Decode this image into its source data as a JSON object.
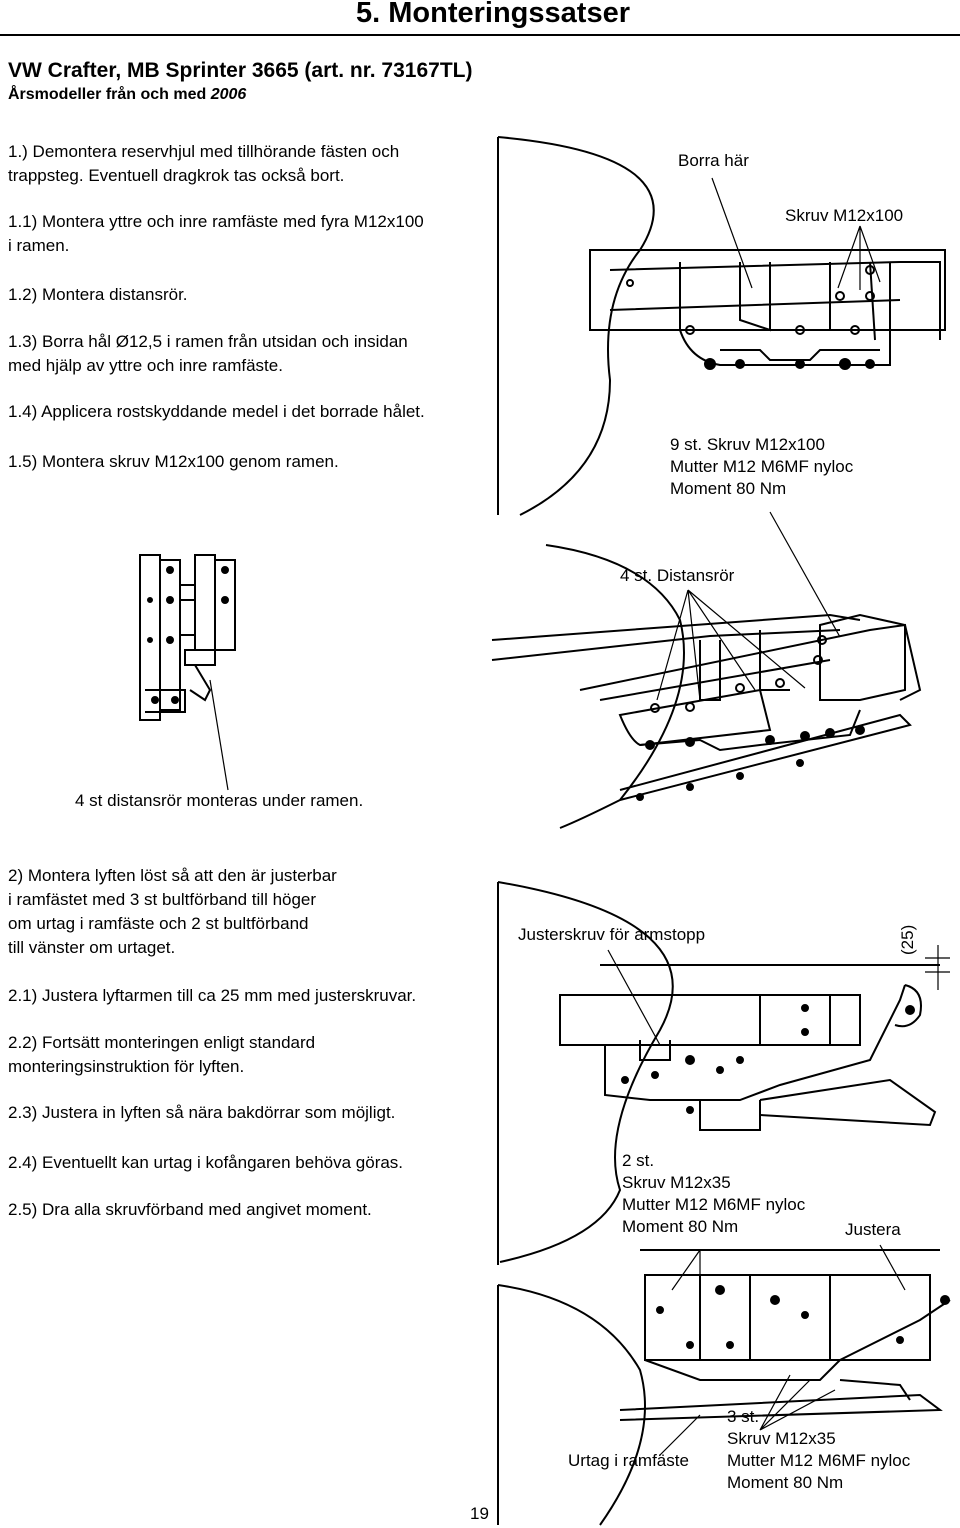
{
  "header": {
    "section_title": "5. Monteringssatser"
  },
  "vehicle": {
    "title": "VW Crafter, MB Sprinter 3665 (art. nr. 73167TL)",
    "years_prefix": "Årsmodeller från och med ",
    "years_value": "2006"
  },
  "steps_part1": [
    {
      "lines": [
        "1.) Demontera reservhjul med tillhörande fästen och",
        "trappsteg. Eventuell dragkrok tas också bort."
      ]
    },
    {
      "lines": [
        "1.1) Montera yttre och inre ramfäste med fyra M12x100",
        "i ramen."
      ]
    },
    {
      "lines": [
        "1.2) Montera distansrör."
      ]
    },
    {
      "lines": [
        "1.3) Borra hål Ø12,5 i ramen från utsidan och insidan",
        "med hjälp av yttre och inre ramfäste."
      ]
    },
    {
      "lines": [
        "1.4) Applicera rostskyddande medel i det borrade hålet."
      ]
    },
    {
      "lines": [
        "1.5) Montera skruv M12x100 genom ramen."
      ]
    }
  ],
  "figure1": {
    "drill_label": "Borra här",
    "screw_label": "Skruv M12x100"
  },
  "figure2": {
    "bolt_lines": [
      "9 st. Skruv M12x100",
      "Mutter M12 M6MF nyloc",
      "Moment 80 Nm"
    ],
    "spacer_label": "4 st. Distansrör",
    "caption": "4 st distansrör monteras under ramen."
  },
  "steps_part2": [
    {
      "lines": [
        "2) Montera lyften löst så att den är justerbar",
        "i ramfästet med 3 st bultförband  till höger",
        "om urtag i ramfäste och 2 st bultförband",
        "till vänster om urtaget."
      ]
    },
    {
      "lines": [
        "2.1) Justera lyftarmen till ca 25 mm med justerskruvar."
      ]
    },
    {
      "lines": [
        "2.2) Fortsätt monteringen enligt standard",
        "monteringsinstruktion för lyften."
      ]
    },
    {
      "lines": [
        "2.3) Justera in lyften så nära bakdörrar som möjligt."
      ]
    },
    {
      "lines": [
        "2.4) Eventuellt kan urtag i kofångaren behöva göras."
      ]
    },
    {
      "lines": [
        "2.5) Dra alla skruvförband med angivet moment."
      ]
    }
  ],
  "figure3": {
    "adjust_screw_label": "Justerskruv för armstopp",
    "dimension_label": "(25)"
  },
  "figure4": {
    "left_bolt_lines": [
      "2 st.",
      "Skruv M12x35",
      "Mutter M12 M6MF nyloc",
      "Moment 80 Nm"
    ],
    "adjust_label": "Justera",
    "notch_label": "Urtag i ramfäste",
    "right_bolt_lines": [
      "3 st.",
      "Skruv M12x35",
      "Mutter M12 M6MF nyloc",
      "Moment 80 Nm"
    ]
  },
  "footer": {
    "page_number": "19"
  }
}
